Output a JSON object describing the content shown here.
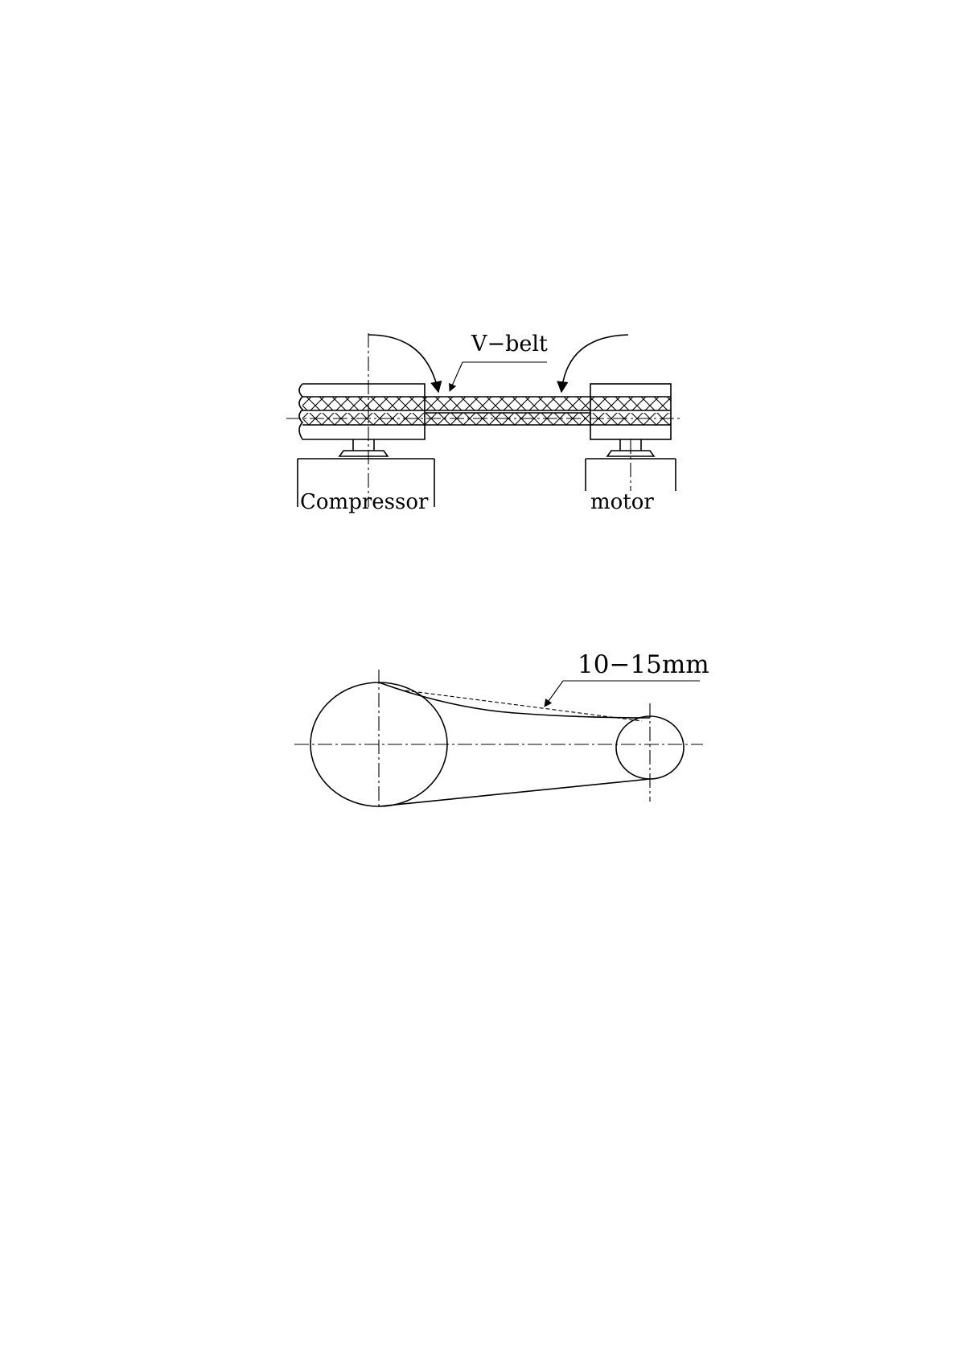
{
  "belt_alignment_figure": {
    "belt_label": "V−belt",
    "compressor_label": "Compressor",
    "motor_label": "motor"
  },
  "belt_tension_figure": {
    "deflection_label": "10−15mm"
  }
}
